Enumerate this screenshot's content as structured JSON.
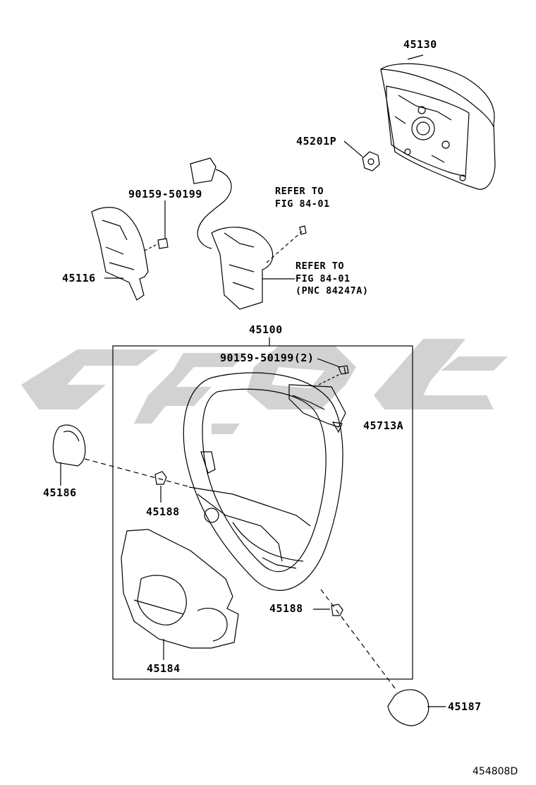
{
  "diagram": {
    "illustration_number": "454808D",
    "watermark_colors": {
      "watermark": "#d2d2d2"
    },
    "line_color": "#000000",
    "parts": {
      "p45130": "45130",
      "p45201p": "45201P",
      "p90159_top": "90159-50199",
      "p45116": "45116",
      "p45100": "45100",
      "p90159_box": "90159-50199(2)",
      "p45713a": "45713A",
      "p45186": "45186",
      "p45188_a": "45188",
      "p45188_b": "45188",
      "p45184": "45184",
      "p45187": "45187"
    },
    "references": {
      "ref1": "REFER TO\nFIG 84-01",
      "ref2": "REFER TO\nFIG 84-01\n(PNC 84247A)"
    }
  }
}
